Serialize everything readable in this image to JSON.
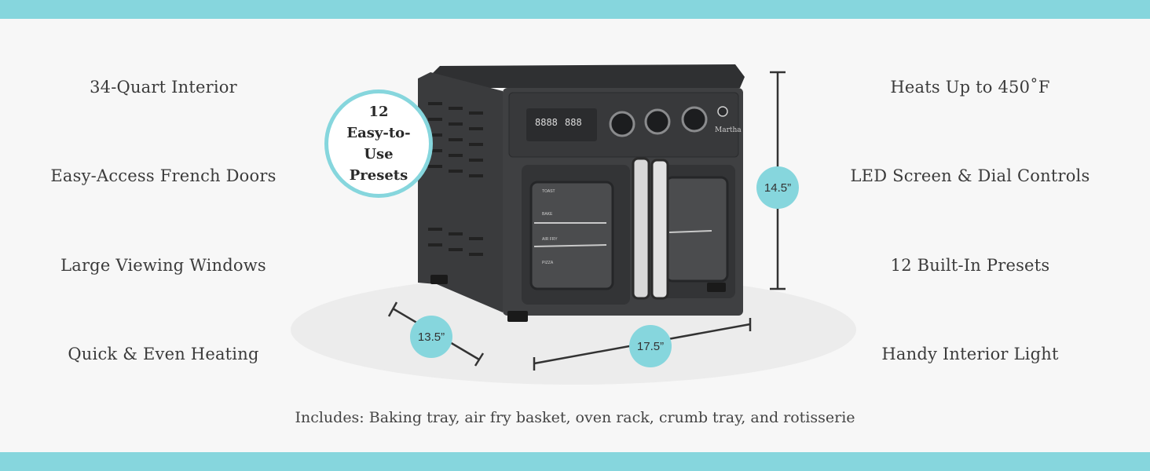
{
  "features_left": [
    "34-Quart Interior",
    "Easy-Access French Doors",
    "Large Viewing Windows",
    "Quick & Even Heating"
  ],
  "features_right": [
    "Heats Up to 450˚F",
    "LED Screen & Dial Controls",
    "12 Built-In Presets",
    "Handy Interior Light"
  ],
  "presets_badge": {
    "line1": "12",
    "line2": "Easy-to-Use",
    "line3": "Presets"
  },
  "dimensions": {
    "height": "14.5”",
    "depth": "13.5”",
    "width": "17.5”"
  },
  "includes": "Includes: Baking tray, air fry basket, oven rack, crumb tray, and rotisserie",
  "product": {
    "brand": "Martha",
    "display_left": "8888",
    "display_right": "888",
    "window_labels": [
      "TOAST",
      "BAKE",
      "AIR FRY",
      "PIZZA"
    ]
  },
  "colors": {
    "accent": "#86d6dd",
    "appliance": "#3c3d3f",
    "background": "#f7f7f7"
  }
}
